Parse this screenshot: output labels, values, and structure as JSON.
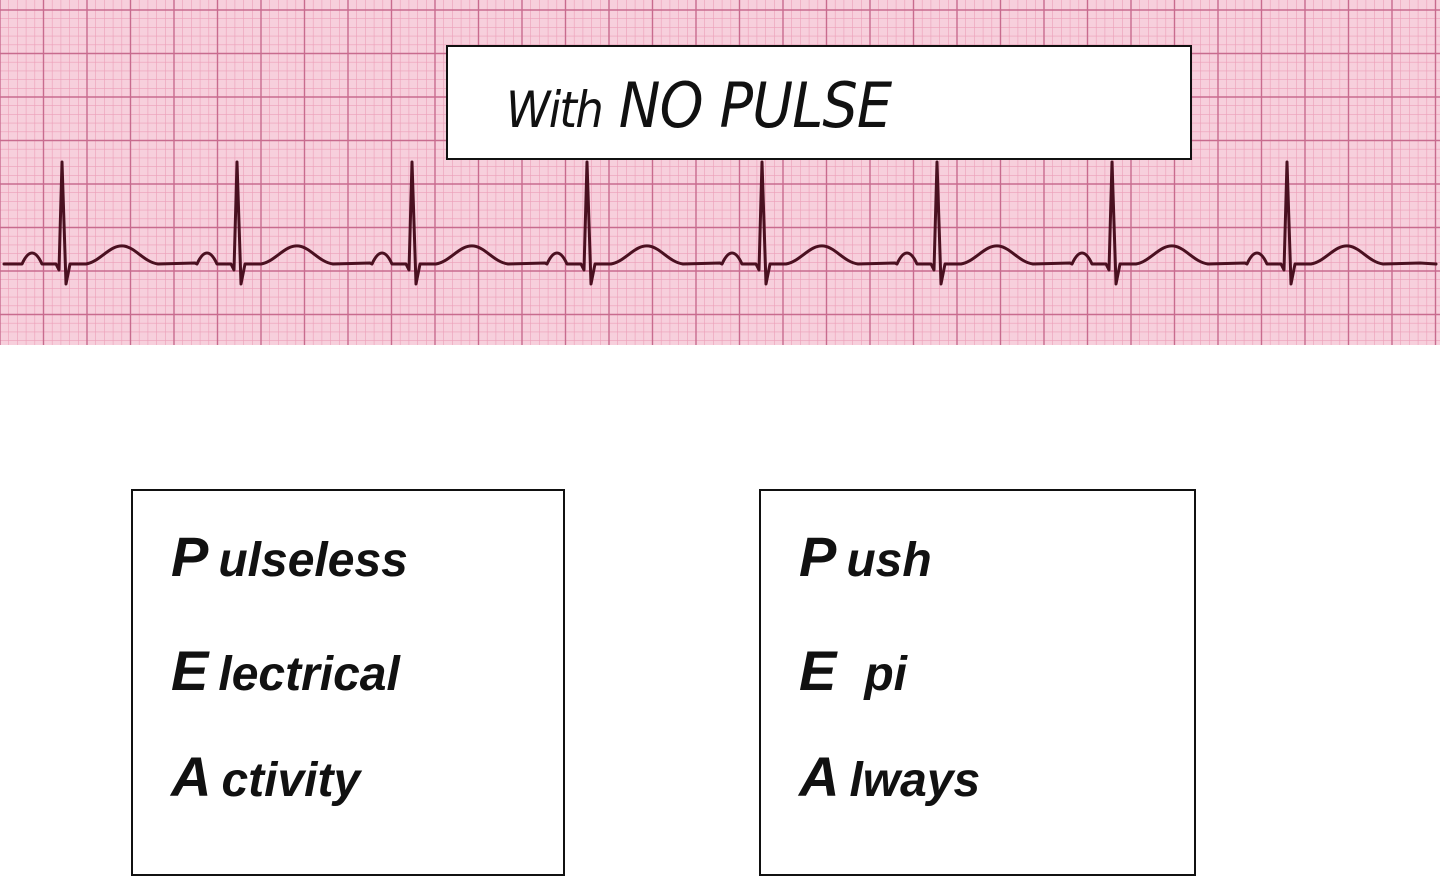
{
  "title_parts": {
    "first": "With",
    "second": "NO PULSE"
  },
  "colors": {
    "grid_background": "#f7cfdc",
    "grid_minor": "#ec9fb8",
    "grid_major": "#c86b8e",
    "trace": "#4a1020",
    "box_border": "#111111"
  },
  "ecg_rhythm": {
    "qrs_complexes": 8,
    "shows": "organized sinus-like rhythm"
  },
  "mnemonic_left": [
    {
      "initial": "P",
      "rest": "ulseless"
    },
    {
      "initial": "E",
      "rest": "lectrical"
    },
    {
      "initial": "A",
      "rest": "ctivity"
    }
  ],
  "mnemonic_right": [
    {
      "initial": "P",
      "rest": "ush"
    },
    {
      "initial": "E",
      "rest": "pi"
    },
    {
      "initial": "A",
      "rest": "lways"
    }
  ]
}
